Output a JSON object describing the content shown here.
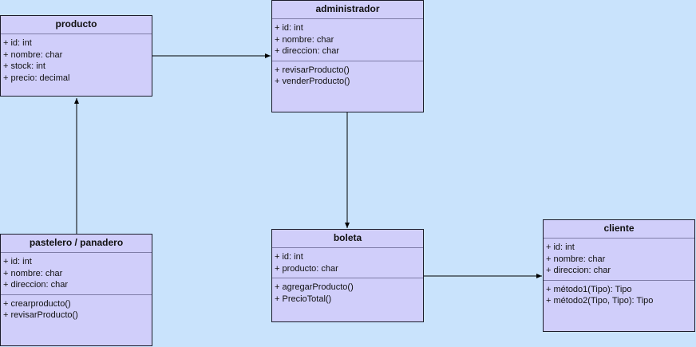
{
  "classes": {
    "producto": {
      "name": "producto",
      "attributes": [
        "+ id: int",
        "+ nombre: char",
        "+ stock: int",
        "+ precio: decimal"
      ],
      "methods": []
    },
    "administrador": {
      "name": "administrador",
      "attributes": [
        "+ id: int",
        "+ nombre: char",
        "+ direccion: char"
      ],
      "methods": [
        "+ revisarProducto()",
        "+ venderProducto()"
      ]
    },
    "pastelero": {
      "name": "pastelero / panadero",
      "attributes": [
        "+ id: int",
        "+ nombre: char",
        "+ direccion: char"
      ],
      "methods": [
        "+ crearproducto()",
        "+ revisarProducto()"
      ]
    },
    "boleta": {
      "name": "boleta",
      "attributes": [
        "+ id: int",
        "+ producto: char"
      ],
      "methods": [
        "+ agregarProducto()",
        "+ PrecioTotal()"
      ]
    },
    "cliente": {
      "name": "cliente",
      "attributes": [
        "+ id: int",
        "+ nombre: char",
        "+ direccion: char"
      ],
      "methods": [
        "+ método1(Tipo): Tipo",
        "+ método2(Tipo, Tipo): Tipo"
      ]
    }
  },
  "relations": [
    {
      "from": "producto",
      "to": "administrador",
      "type": "directed-association"
    },
    {
      "from": "pastelero",
      "to": "producto",
      "type": "directed-association"
    },
    {
      "from": "administrador",
      "to": "boleta",
      "type": "directed-association"
    },
    {
      "from": "boleta",
      "to": "cliente",
      "type": "directed-association"
    }
  ],
  "colors": {
    "background": "#c9e3fc",
    "class_fill": "#d0cefa",
    "border": "#1b1b2a",
    "edge": "#000000"
  }
}
